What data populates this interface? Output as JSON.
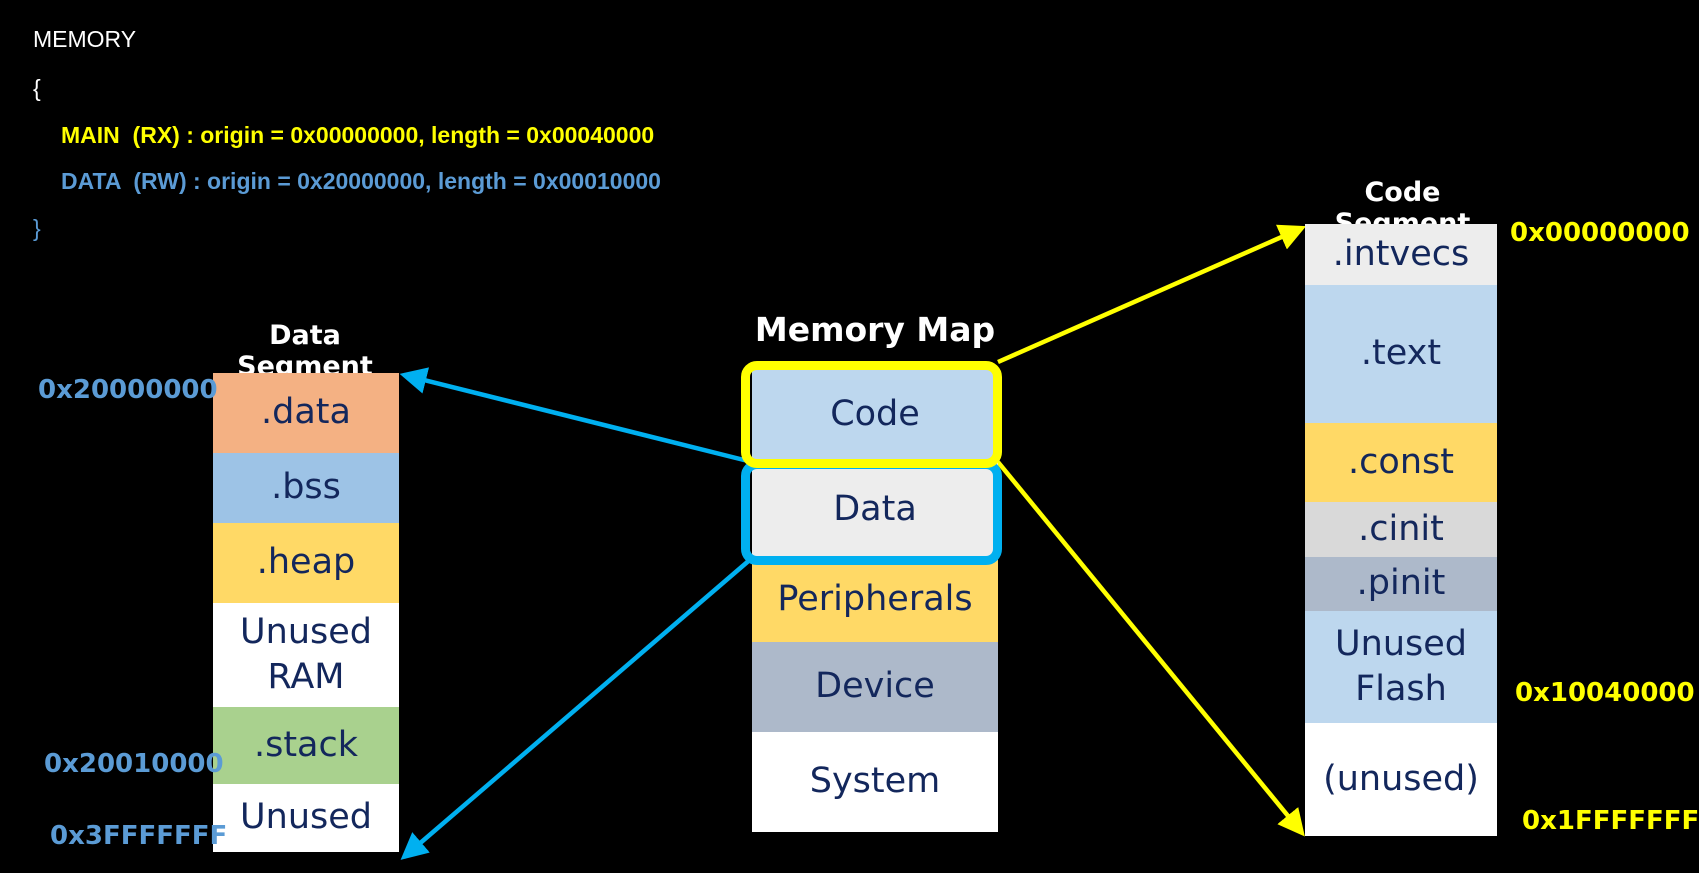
{
  "linker": {
    "l1": "MEMORY",
    "l2": "{",
    "l3": "MAIN  (RX) : origin = 0x00000000, length = 0x00040000",
    "l4": "DATA  (RW) : origin = 0x20000000, length = 0x00010000",
    "l5": "}"
  },
  "data_segment": {
    "title": "Data Segment",
    "blocks": [
      ".data",
      ".bss",
      ".heap",
      "Unused RAM",
      ".stack",
      "Unused"
    ],
    "addr_top": "0x20000000",
    "addr_stack": "0x20010000",
    "addr_bottom": "0x3FFFFFFF"
  },
  "memory_map": {
    "title": "Memory Map",
    "blocks": [
      "Code",
      "Data",
      "Peripherals",
      "Device",
      "System"
    ]
  },
  "code_segment": {
    "title": "Code Segment",
    "blocks": [
      ".intvecs",
      ".text",
      ".const",
      ".cinit",
      ".pinit",
      "Unused Flash",
      "(unused)"
    ],
    "addr_top": "0x00000000",
    "addr_flash_end": "0x10040000",
    "addr_bottom": "0x1FFFFFFF"
  },
  "colors": {
    "yellow": "#ffff00",
    "blue_text": "#5b9bd5",
    "cyan_arrow": "#00b0f0",
    "code_yellow": "#ffff00"
  }
}
